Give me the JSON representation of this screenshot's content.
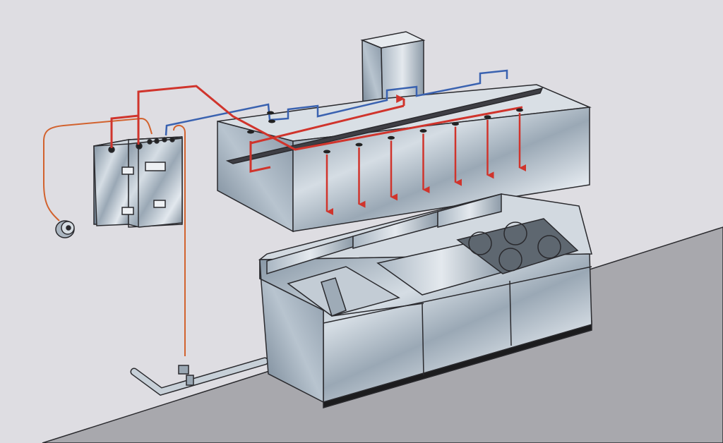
{
  "colors": {
    "wall": "#dedde2",
    "floor": "#a8a8ad",
    "steel_light": "#c9d3dc",
    "steel_dark": "#7f8e9c",
    "outline": "#2a2a2e",
    "agent_pipe": "#d0342c",
    "detection_line": "#3a62b0",
    "pull_cable": "#d2622e",
    "base": "#1c1c1e"
  },
  "components": [
    {
      "id": "exhaust-duct",
      "icon": "duct"
    },
    {
      "id": "exhaust-hood",
      "icon": "hood"
    },
    {
      "id": "control-cabinets",
      "icon": "cabinet"
    },
    {
      "id": "manual-pull-station",
      "icon": "pull-station"
    },
    {
      "id": "gas-shutoff-valve",
      "icon": "valve"
    },
    {
      "id": "cooking-line",
      "icon": "appliances"
    }
  ],
  "nozzle_count": 7
}
